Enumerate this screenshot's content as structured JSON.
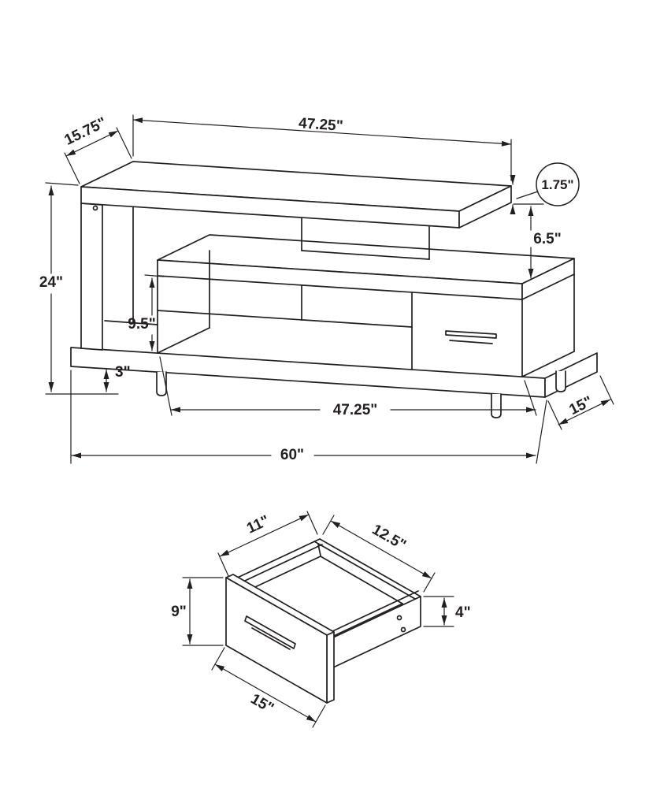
{
  "tv": {
    "dims": {
      "top_depth": "15.75\"",
      "top_width": "47.25\"",
      "thickness": "1.75\"",
      "gap": "6.5\"",
      "height": "24\"",
      "opening": "9.5\"",
      "leg": "3\"",
      "cabinet_width": "47.25\"",
      "depth": "15\"",
      "width": "60\""
    }
  },
  "drawer": {
    "dims": {
      "depth": "11\"",
      "width": "12.5\"",
      "front_height": "9\"",
      "side_height": "4\"",
      "front_width": "15\""
    }
  }
}
